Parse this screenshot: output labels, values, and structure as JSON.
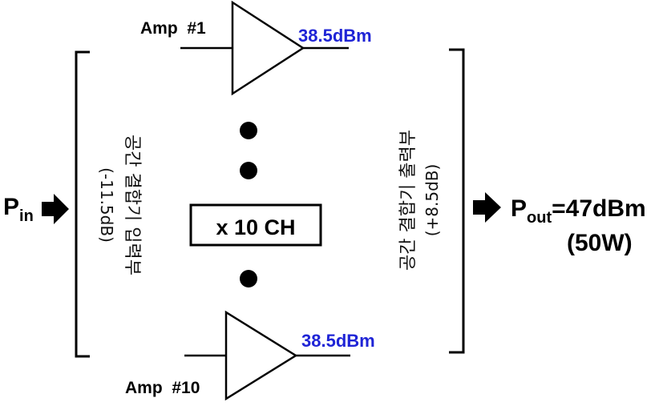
{
  "amplifiers": {
    "top": {
      "label": "Amp  #1",
      "output": "38.5dBm"
    },
    "bottom": {
      "label": "Amp  #10",
      "output": "38.5dBm"
    }
  },
  "channels_label": "x 10 CH",
  "input": {
    "main": "P",
    "sub": "in"
  },
  "output": {
    "main": "P",
    "sub": "out",
    "value": "=47dBm",
    "watts": "(50W)"
  },
  "splitter": {
    "label": "공간 결합기 입력부",
    "gain": "(-11.5dB)"
  },
  "combiner": {
    "label": "공간 결합기 출력부",
    "gain": "(+8.5dB)"
  },
  "colors": {
    "accent_blue": "#1f24d6",
    "ink": "#000000"
  }
}
